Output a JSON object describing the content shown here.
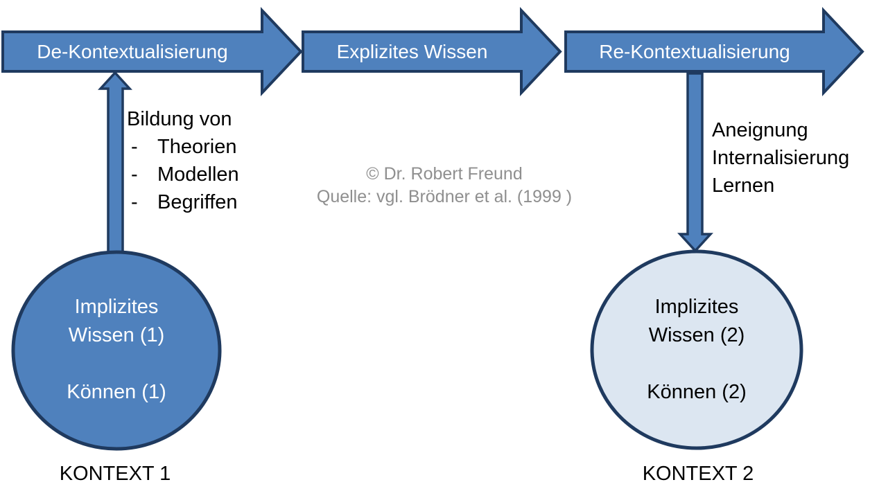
{
  "colors": {
    "bg": "#ffffff",
    "arrow-fill": "#4f81bd",
    "arrow-stroke": "#1f3a5f",
    "circle1-fill": "#4f81bd",
    "circle2-fill": "#dce6f1",
    "text-dark": "#000000",
    "text-light": "#ffffff",
    "text-gray": "#8f8f8f"
  },
  "flow": {
    "step1": "De-Kontextualisierung",
    "step2": "Explizites Wissen",
    "step3": "Re-Kontextualisierung"
  },
  "left_annotation": {
    "title": "Bildung von",
    "bullet": "-",
    "items": [
      "Theorien",
      "Modellen",
      "Begriffen"
    ]
  },
  "right_annotation": {
    "line1": "Aneignung",
    "line2": "Internalisierung",
    "line3": "Lernen"
  },
  "credit": {
    "line1": "© Dr. Robert Freund",
    "line2": "Quelle: vgl. Brödner et al. (1999 )"
  },
  "circle1": {
    "line1": "Implizites",
    "line2": "Wissen (1)",
    "line3": "Können (1)",
    "caption": "KONTEXT 1"
  },
  "circle2": {
    "line1": "Implizites",
    "line2": "Wissen (2)",
    "line3": "Können (2)",
    "caption": "KONTEXT 2"
  }
}
